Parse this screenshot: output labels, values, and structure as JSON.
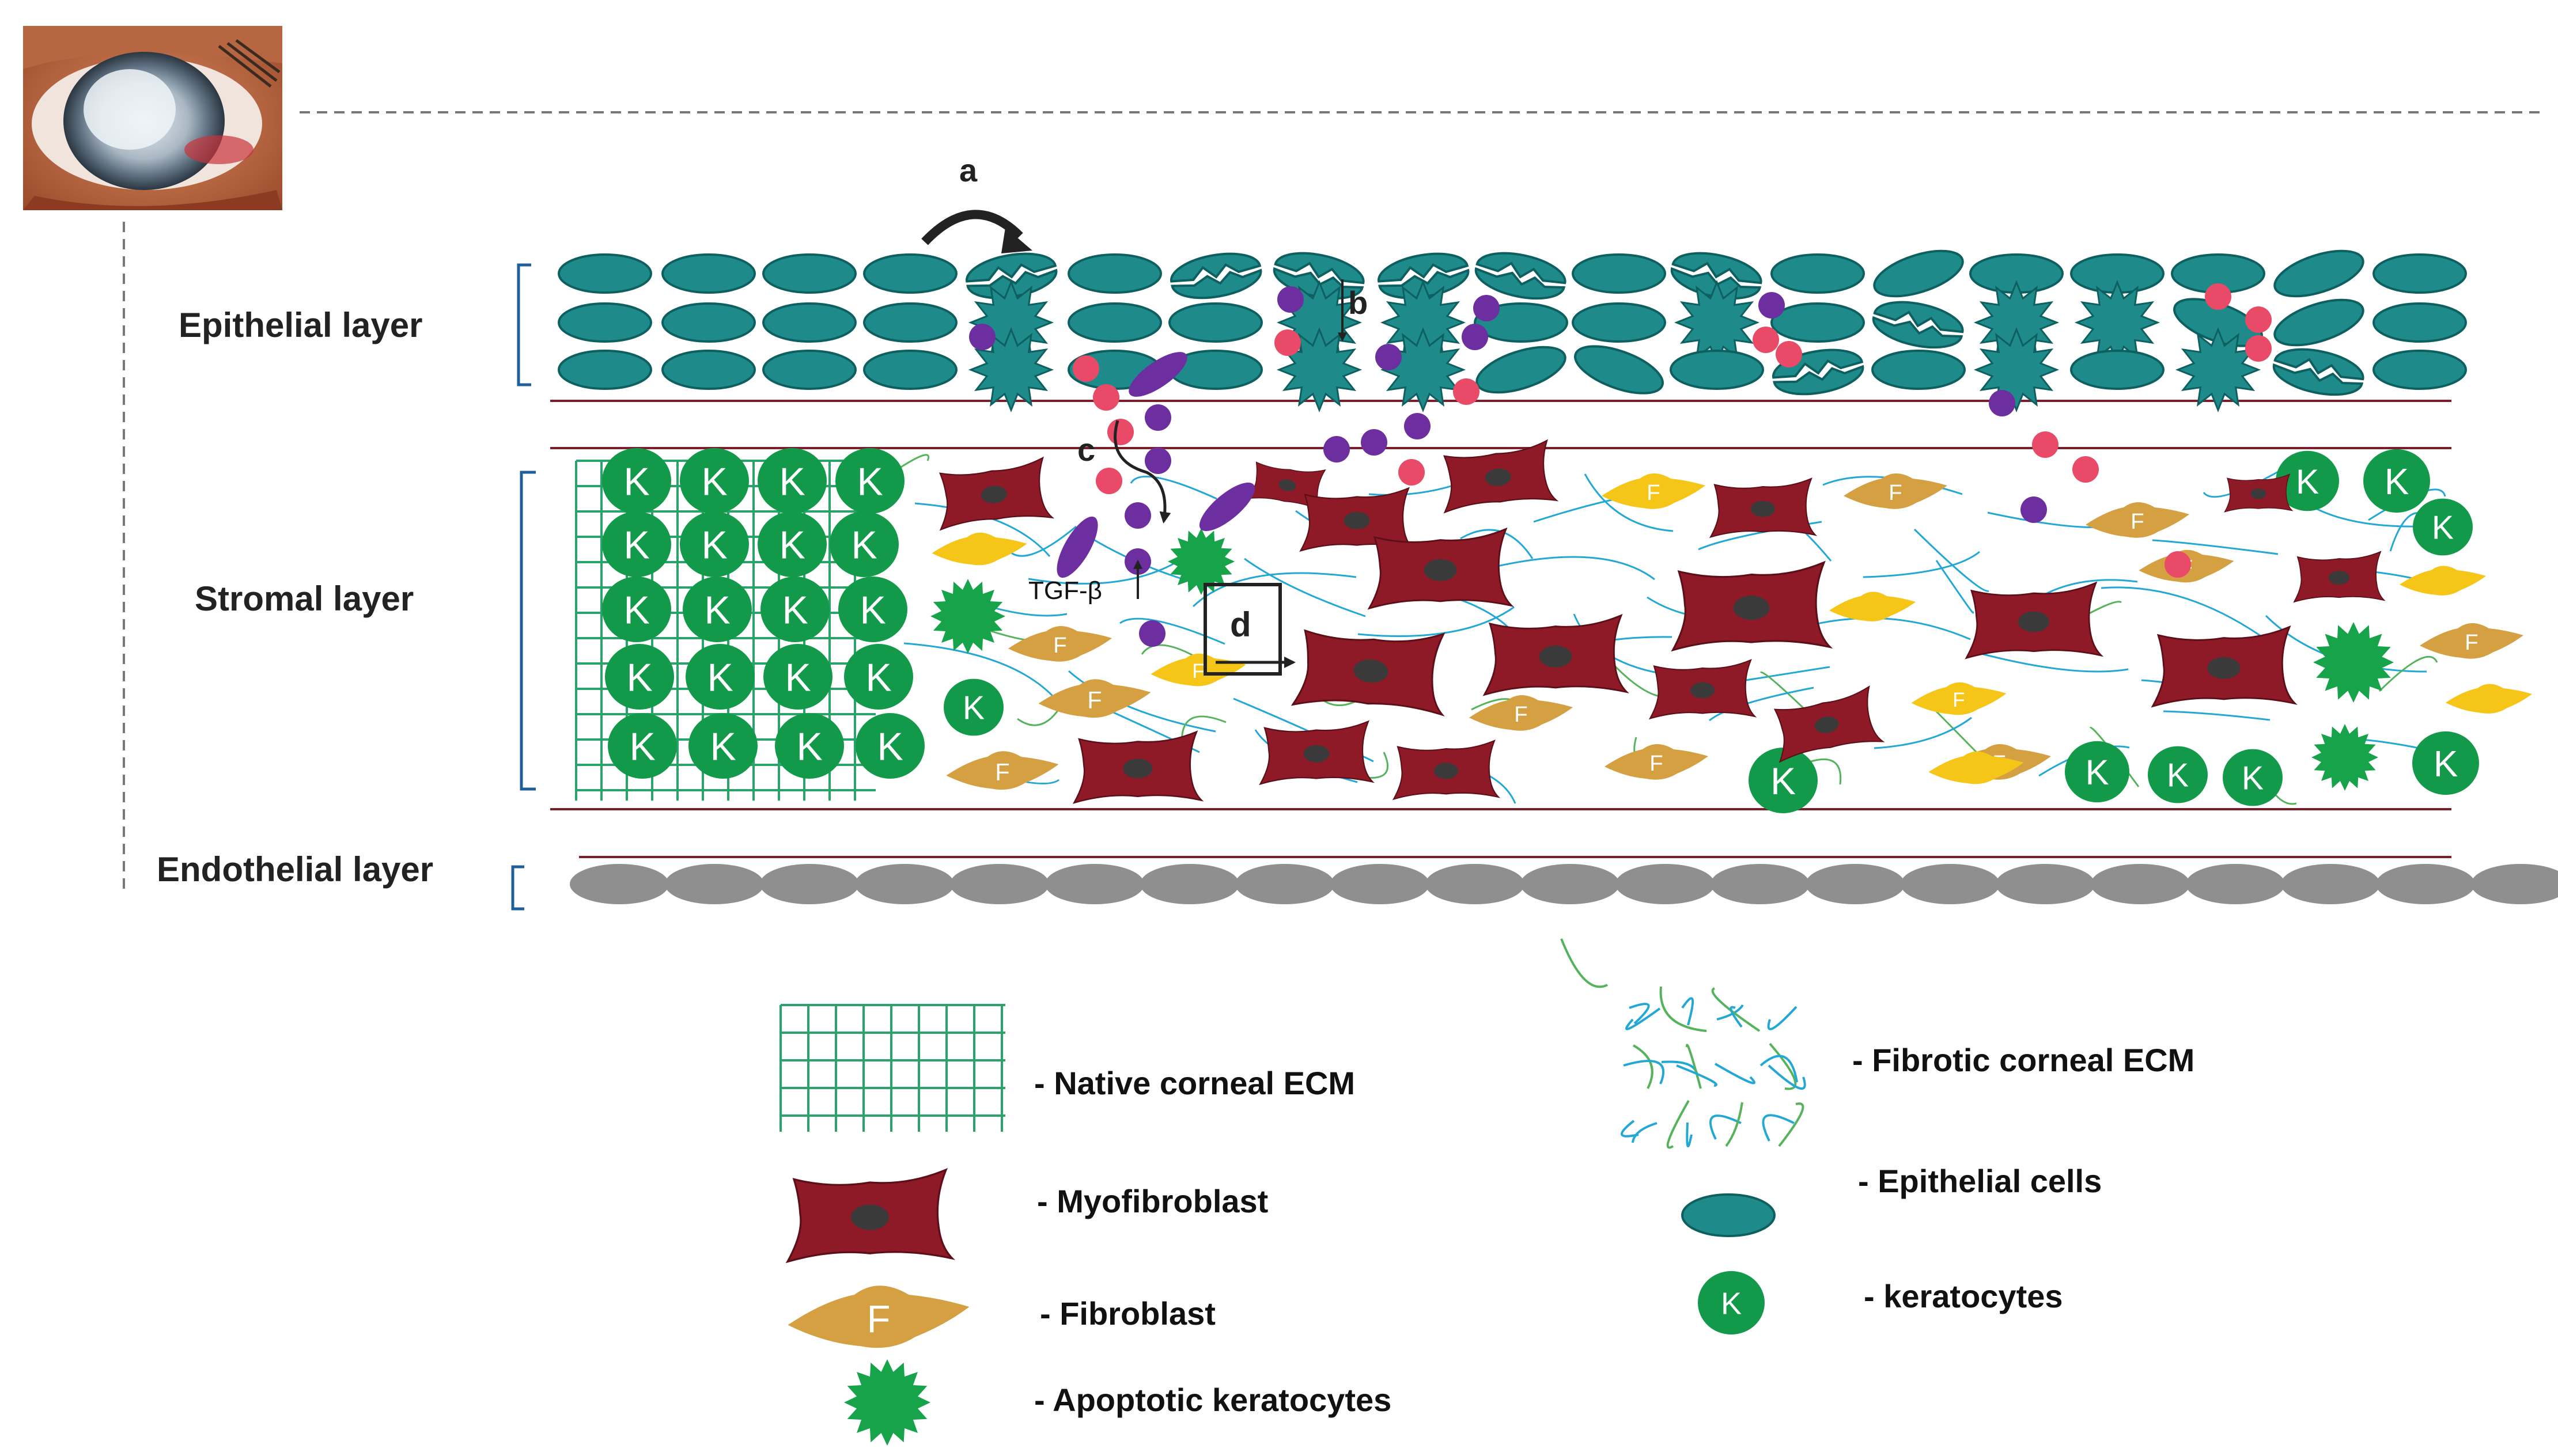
{
  "colors": {
    "epithelial": "#1f8a8a",
    "epithelial_stroke": "#0d5f60",
    "keratocyte": "#129a4a",
    "myofibroblast": "#8e1a27",
    "myofibroblast_nucleus": "#3a3a3a",
    "fibroblast_tan": "#d4a041",
    "fibroblast_yellow": "#f5c518",
    "apoptotic": "#16a34a",
    "endothelial": "#8f8f8f",
    "native_ecm": "#29a36a",
    "fibrotic_ecm_blue": "#23a8d6",
    "fibrotic_ecm_green": "#55b35c",
    "dot_purple": "#6d2fa0",
    "dot_pink": "#e84a67",
    "layer_line": "#7a1f2a",
    "bracket": "#1f5f9a"
  },
  "photo": {
    "name": "corneal-opacity-photo",
    "description_icon": "eye-photo-icon"
  },
  "layers": {
    "epithelial": "Epithelial layer",
    "stromal": "Stromal layer",
    "endothelial": "Endothelial layer"
  },
  "markers": {
    "a": "a",
    "b": "b",
    "c": "c",
    "d": "d",
    "tgf": "TGF-β"
  },
  "cell_letters": {
    "keratocyte": "K",
    "fibroblast": "F"
  },
  "legend": {
    "native_ecm": "- Native corneal ECM",
    "myofibroblast": "- Myofibroblast",
    "fibroblast": "- Fibroblast",
    "apoptotic": "- Apoptotic keratocytes",
    "fibrotic_ecm": "- Fibrotic corneal ECM",
    "epithelial_cells": "- Epithelial cells",
    "keratocytes": "- keratocytes"
  }
}
